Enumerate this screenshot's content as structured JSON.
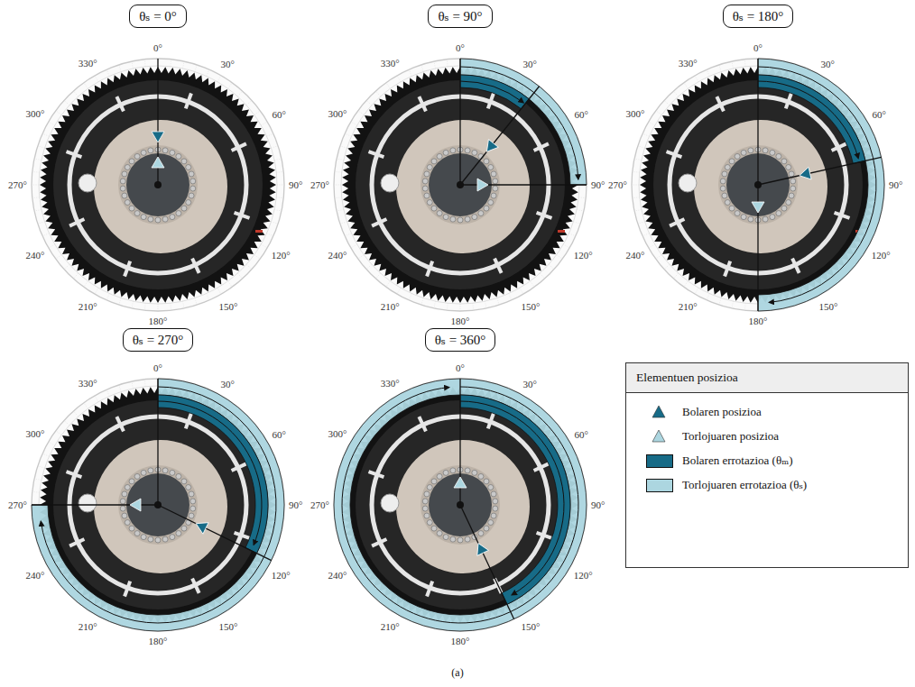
{
  "diagram": {
    "caption": "(a)",
    "nodes": [
      {
        "text": [
          "θₛ = 0°"
        ]
      },
      {
        "text": [
          "θₛ = 90°"
        ]
      },
      {
        "text": [
          "θₛ = 180°"
        ]
      },
      {
        "text": [
          "θₛ = 270°"
        ]
      },
      {
        "text": [
          "θₛ = 360°"
        ]
      }
    ],
    "labels": [
      "0°",
      "30°",
      "60°",
      "90°",
      "120°",
      "150°",
      "180°",
      "210°",
      "240°",
      "270°",
      "300°",
      "330°",
      "0°",
      "30°",
      "60°",
      "90°",
      "120°",
      "150°",
      "180°",
      "210°",
      "240°",
      "270°",
      "300°",
      "330°",
      "0°",
      "30°",
      "60°",
      "90°",
      "120°",
      "150°",
      "180°",
      "210°",
      "240°",
      "270°",
      "300°",
      "330°",
      "0°",
      "30°",
      "60°",
      "90°",
      "120°",
      "150°",
      "180°",
      "210°",
      "240°",
      "270°",
      "300°",
      "330°",
      "0°",
      "30°",
      "60°",
      "90°",
      "120°",
      "150°",
      "180°",
      "210°",
      "240°",
      "270°",
      "300°",
      "330°",
      "Elementuen posizioa"
    ],
    "legend": [
      {
        "text": "Bolaren posizioa"
      },
      {
        "text": "Torlojuaren posizioa"
      },
      {
        "text": "Bolaren errotazioa (θₘ)",
        "color": "#176b87"
      },
      {
        "text": "Torlojuaren errotazioa (θₛ)",
        "color": "#acd6e0"
      }
    ]
  }
}
